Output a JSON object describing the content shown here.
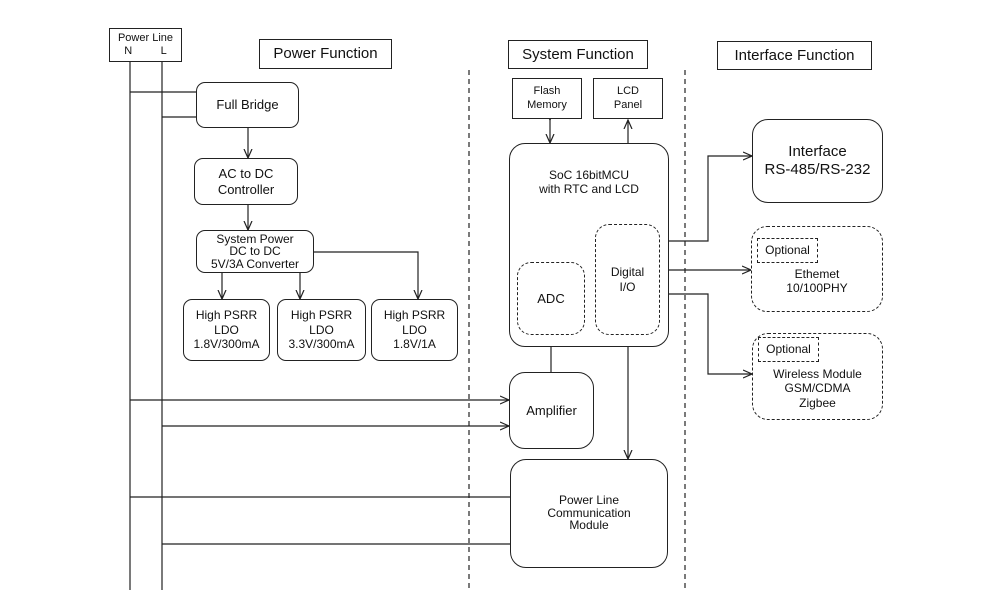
{
  "power_line": {
    "label": "Power Line",
    "n": "N",
    "l": "L"
  },
  "sections": {
    "power": "Power Function",
    "system": "System Function",
    "interface": "Interface Function"
  },
  "power": {
    "full_bridge": "Full Bridge",
    "ac_dc": "AC to DC\nController",
    "sys_power": "System Power\nDC to DC\n5V/3A Converter",
    "ldo1": "High PSRR\nLDO\n1.8V/300mA",
    "ldo2": "High PSRR\nLDO\n3.3V/300mA",
    "ldo3": "High PSRR\nLDO\n1.8V/1A"
  },
  "system": {
    "flash": "Flash\nMemory",
    "lcd": "LCD\nPanel",
    "soc": "SoC 16bitMCU\nwith RTC and LCD",
    "adc": "ADC",
    "dio": "Digital\nI/O",
    "amplifier": "Amplifier",
    "plc": "Power Line\nCommunication\nModule"
  },
  "interface": {
    "main": "Interface\nRS-485/RS-232",
    "optional": "Optional",
    "ethernet": "Ethemet\n10/100PHY",
    "wireless": "Wireless Module\nGSM/CDMA\nZigbee"
  }
}
